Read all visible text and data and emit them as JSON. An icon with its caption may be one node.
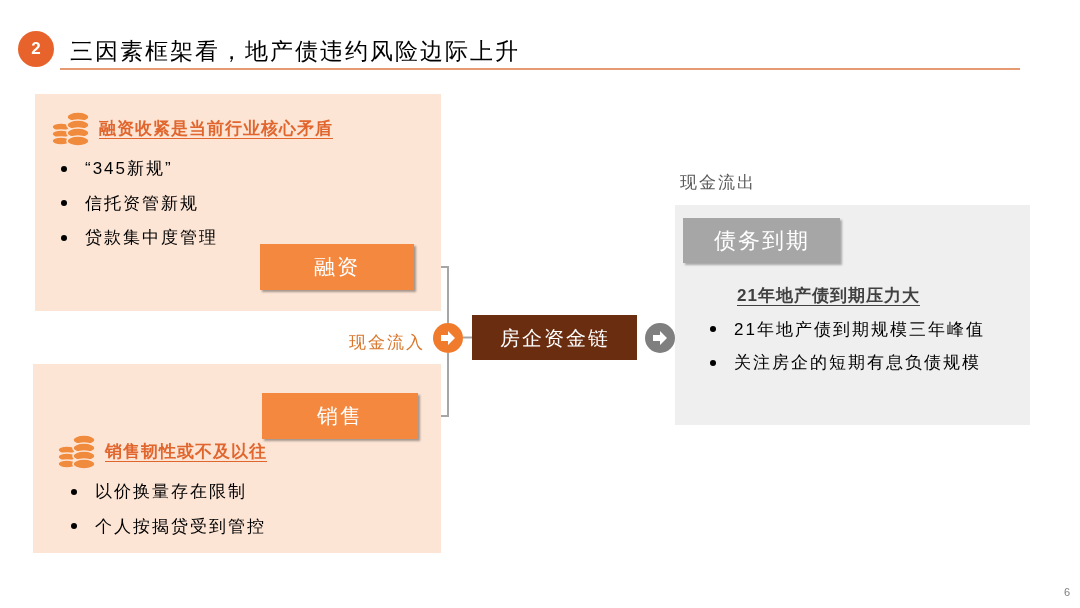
{
  "diagram": {
    "title": "三因素框架看，地产债违约风险边际上升",
    "nodes": [
      {
        "text": [
          "融资收紧是当前行业核心矛盾",
          "“345新规”",
          "信托资管新规",
          "贷款集中度管理"
        ]
      },
      {
        "text": [
          "融资"
        ],
        "in": 0
      },
      {
        "text": [
          "销售韧性或不及以往",
          "以价换量存在限制",
          "个人按揭贷受到管控"
        ]
      },
      {
        "text": [
          "销售"
        ],
        "in": 2
      },
      {
        "text": [],
        "shape": "circle",
        "beside": [
          "现金流入"
        ]
      },
      {
        "text": [
          "房企资金链"
        ]
      },
      {
        "text": [],
        "shape": "circle"
      },
      {
        "text": [
          "21年地产债到期压力大",
          "21年地产债到期规模三年峰值",
          "关注房企的短期有息负债规模"
        ],
        "beside": [
          "现金流出"
        ]
      },
      {
        "text": [
          "债务到期"
        ],
        "in": 7
      }
    ],
    "edges": [
      {
        "from": 1,
        "to": 4,
        "arrow": "none"
      },
      {
        "from": 3,
        "to": 4,
        "arrow": "none"
      },
      {
        "from": 4,
        "to": 5,
        "arrow": "none"
      }
    ],
    "labels": [
      "2",
      "6"
    ]
  }
}
